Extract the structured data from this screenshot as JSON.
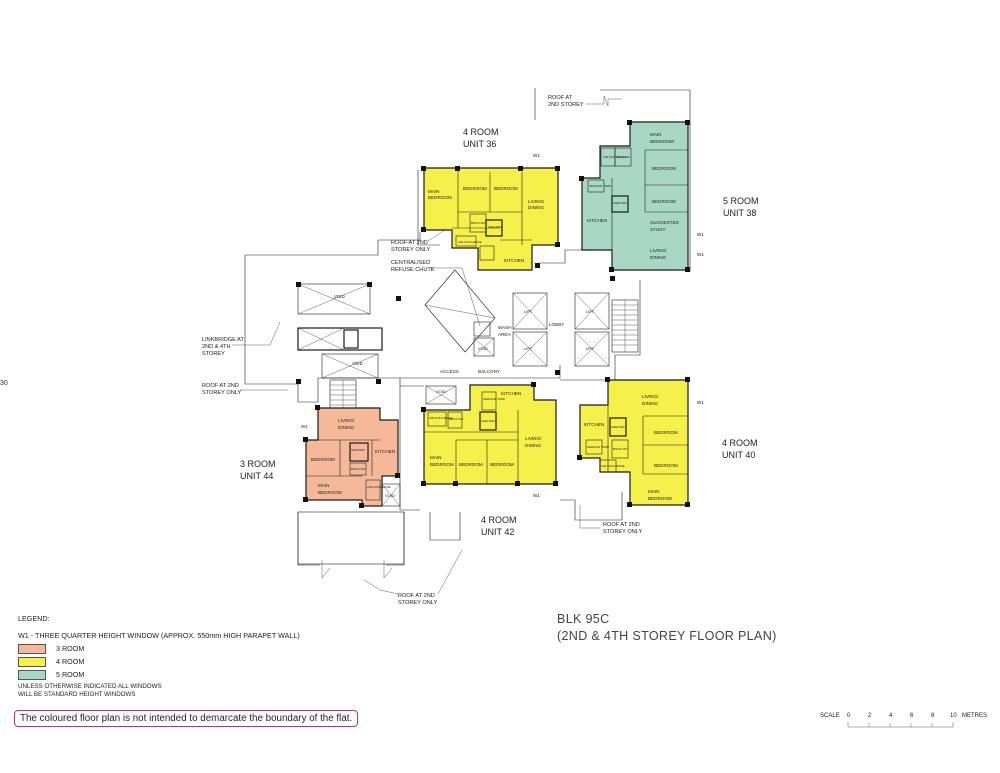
{
  "page": {
    "edge_mark": "30"
  },
  "units": {
    "u36": {
      "line1": "4 ROOM",
      "line2": "UNIT 36"
    },
    "u38": {
      "line1": "5 ROOM",
      "line2": "UNIT 38"
    },
    "u40": {
      "line1": "4 ROOM",
      "line2": "UNIT 40"
    },
    "u42": {
      "line1": "4 ROOM",
      "line2": "UNIT 42"
    },
    "u44": {
      "line1": "3 ROOM",
      "line2": "UNIT 44"
    }
  },
  "rooms": {
    "main_bedroom_1": "MAIN",
    "main_bedroom_2": "BEDROOM",
    "bedroom": "BEDROOM",
    "living_1": "LIVING/",
    "living_2": "DINING",
    "kitchen": "KITCHEN",
    "study_1": "SUGGESTED",
    "study_2": "STUDY",
    "shelter_1": "HOUSE-",
    "shelter_2": "HOLD",
    "shelter_3": "SHELTER",
    "bath": "BATH/ WC",
    "service": "SERVICE YARD",
    "aircon": "AIR-CON LEDGE",
    "w1": "W1"
  },
  "common": {
    "void": "VOID",
    "lift": "LIFT",
    "lobby": "LOBBY",
    "access": "ACCESS",
    "balcony": "BALCONY",
    "wash_1": "WASH",
    "wash_2": "AREA"
  },
  "callouts": {
    "roof_top_1": "ROOF AT",
    "roof_top_2": "2ND STOREY",
    "roof_2nd_4th_1": "ROOF AT 2ND",
    "roof_2nd_4th_2": "STOREY ONLY",
    "refuse_1": "CENTRALISED",
    "refuse_2": "REFUSE CHUTE",
    "link_1": "LINKBRIDGE AT",
    "link_2": "2ND & 4TH",
    "link_3": "STOREY",
    "roof_left_1": "ROOF AT 2ND",
    "roof_left_2": "STOREY ONLY",
    "roof_mid_1": "ROOF AT 2ND",
    "roof_mid_2": "STOREY ONLY",
    "roof_bottom_1": "ROOF AT 2ND",
    "roof_bottom_2": "STOREY ONLY"
  },
  "legend": {
    "heading": "LEGEND:",
    "w1_note": "W1 - THREE QUARTER HEIGHT WINDOW (APPROX. 550mm HIGH PARAPET WALL)",
    "items": [
      {
        "label": "3 ROOM",
        "color": "#f5b99a"
      },
      {
        "label": "4 ROOM",
        "color": "#f6f04a"
      },
      {
        "label": "5 ROOM",
        "color": "#a8d8c4"
      }
    ],
    "note_1": "UNLESS OTHERWISE INDICATED ALL WINDOWS",
    "note_2": "WILL BE STANDARD HEIGHT WINDOWS"
  },
  "disclaimer": "The coloured floor plan is not intended to demarcate the boundary of the flat.",
  "title": {
    "line1": "BLK 95C",
    "line2": "(2ND & 4TH STOREY FLOOR PLAN)"
  },
  "scale": {
    "label": "SCALE",
    "ticks": [
      "0",
      "2",
      "4",
      "6",
      "8",
      "10"
    ],
    "unit": "METRES"
  },
  "colors": {
    "three_room": "#f5b99a",
    "four_room": "#f6f04a",
    "five_room": "#a8d8c4"
  }
}
